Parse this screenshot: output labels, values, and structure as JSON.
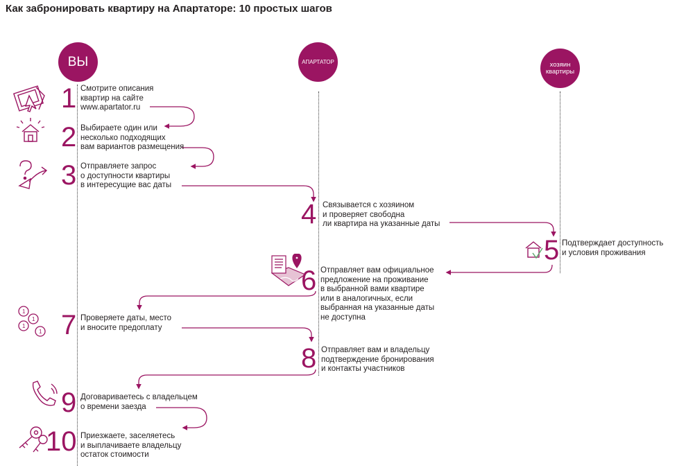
{
  "title": "Как забронировать квартиру на Апартаторе: 10 простых шагов",
  "lanes": {
    "you": "ВЫ",
    "aparator": "АПАРТАТОР",
    "owner": [
      "хозяин",
      "квартиры"
    ]
  },
  "steps": [
    {
      "n": "1",
      "lines": [
        "Смотрите описания",
        "квартир на сайте",
        "www.apartator.ru"
      ],
      "icon": "window-cursor-icon"
    },
    {
      "n": "2",
      "lines": [
        "Выбираете один или",
        "несколько подходящих",
        "вам вариантов размещения"
      ],
      "icon": "house-sparkle-icon"
    },
    {
      "n": "3",
      "lines": [
        "Отправляете запрос",
        "о доступности квартиры",
        "в интересущие вас даты"
      ],
      "icon": "question-send-icon"
    },
    {
      "n": "4",
      "lines": [
        "Связывается с хозяином",
        "и проверяет свободна",
        "ли квартира на указанные даты"
      ]
    },
    {
      "n": "5",
      "lines": [
        "Подтверждает доступность",
        "и условия проживания"
      ],
      "icon": "house-check-icon"
    },
    {
      "n": "6",
      "lines": [
        "Отправляет вам официальное",
        "предложение на проживание",
        "в выбранной вами квартире",
        "или в аналогичных, если",
        "выбранная на указанные даты",
        "не доступна"
      ],
      "icon": "document-map-icon"
    },
    {
      "n": "7",
      "lines": [
        "Проверяете даты, место",
        "и вносите предоплату"
      ],
      "icon": "coins-icon"
    },
    {
      "n": "8",
      "lines": [
        "Отправляет вам и владельцу",
        "подтверждение бронирования",
        "и контакты участников"
      ]
    },
    {
      "n": "9",
      "lines": [
        "Договариваетесь с владельцем",
        "о времени заезда"
      ],
      "icon": "phone-icon"
    },
    {
      "n": "10",
      "lines": [
        "Приезжаете, заселяетесь",
        "и выплачиваете владельцу",
        "остаток стоимости"
      ],
      "icon": "keys-icon"
    }
  ],
  "colors": {
    "accent": "#9b1562",
    "text": "#231f20",
    "dotted_line": "#3a3a3a"
  }
}
